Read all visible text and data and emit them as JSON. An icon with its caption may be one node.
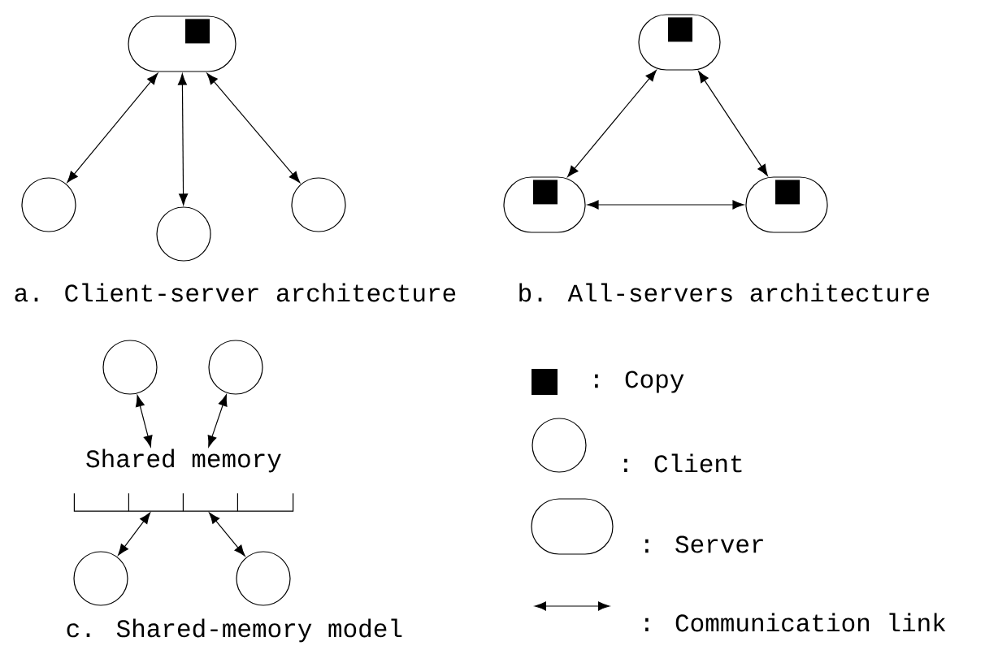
{
  "diagram": {
    "nodes": [
      {
        "text": [],
        "shape": "server"
      },
      {
        "text": [],
        "shape": "circle"
      },
      {
        "text": [],
        "shape": "circle"
      },
      {
        "text": [],
        "shape": "circle"
      },
      {
        "text": [],
        "shape": "server"
      },
      {
        "text": [],
        "shape": "server"
      },
      {
        "text": [],
        "shape": "server"
      },
      {
        "text": [],
        "shape": "circle"
      },
      {
        "text": [],
        "shape": "circle"
      },
      {
        "text": [
          "Shared memory"
        ]
      },
      {
        "text": [],
        "shape": "circle"
      },
      {
        "text": [],
        "shape": "circle"
      }
    ],
    "edges": [
      {
        "from": 0,
        "to": 1,
        "arrow": "both"
      },
      {
        "from": 0,
        "to": 2,
        "arrow": "both"
      },
      {
        "from": 0,
        "to": 3,
        "arrow": "both"
      },
      {
        "from": 4,
        "to": 5,
        "arrow": "both"
      },
      {
        "from": 4,
        "to": 6,
        "arrow": "both"
      },
      {
        "from": 5,
        "to": 6,
        "arrow": "both"
      },
      {
        "from": 7,
        "to": 9,
        "arrow": "both"
      },
      {
        "from": 8,
        "to": 9,
        "arrow": "both"
      },
      {
        "from": 10,
        "to": 9,
        "arrow": "both"
      },
      {
        "from": 11,
        "to": 9,
        "arrow": "both"
      }
    ],
    "labels": [
      "a. Client-server architecture",
      "b. All-servers architecture",
      "c. Shared-memory model"
    ],
    "legend": [
      {
        "text": ": Copy",
        "color": "#000000"
      },
      {
        "text": ": Client"
      },
      {
        "text": ": Server"
      },
      {
        "text": ": Communication link"
      }
    ]
  }
}
